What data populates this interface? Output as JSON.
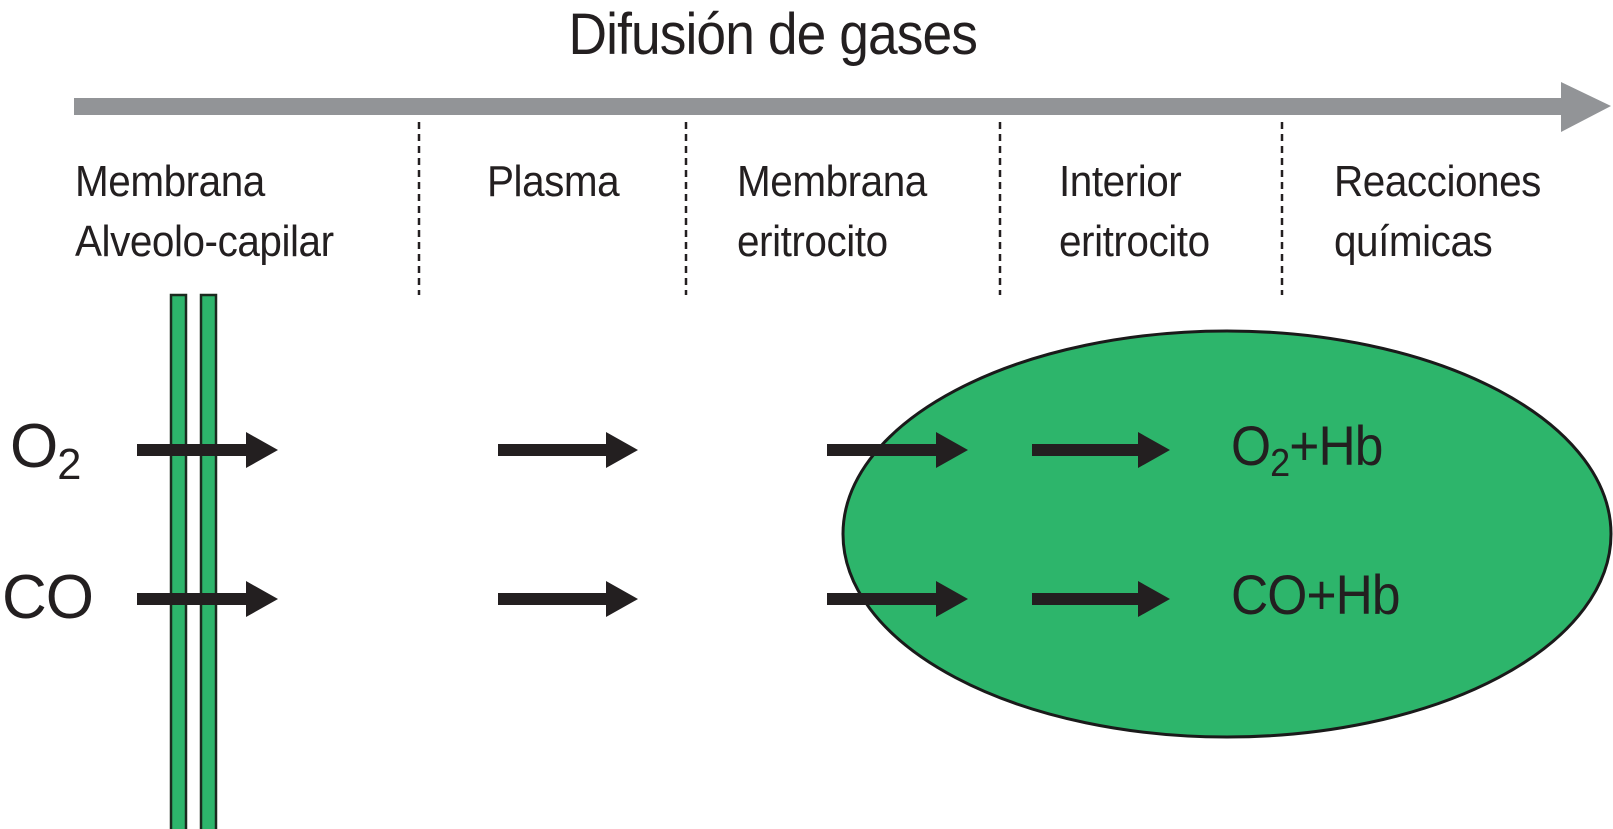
{
  "title": "Difusión de gases",
  "colors": {
    "timeline_arrow": "#929497",
    "green_fill": "#2db56b",
    "outline": "#1a2a1e",
    "arrow": "#231f20",
    "divider": "#231f20"
  },
  "stages": [
    {
      "line1": "Membrana",
      "line2": "Alveolo-capilar"
    },
    {
      "line1": "Plasma",
      "line2": ""
    },
    {
      "line1": "Membrana",
      "line2": "eritrocito"
    },
    {
      "line1": "Interior",
      "line2": "eritrocito"
    },
    {
      "line1": "Reacciones",
      "line2": "químicas"
    }
  ],
  "gases": [
    {
      "base": "O",
      "sub": "2"
    },
    {
      "base": "CO",
      "sub": ""
    }
  ],
  "products": [
    {
      "pre": "O",
      "sub": "2",
      "post": "+Hb"
    },
    {
      "pre": "CO",
      "sub": "",
      "post": "+Hb"
    }
  ]
}
